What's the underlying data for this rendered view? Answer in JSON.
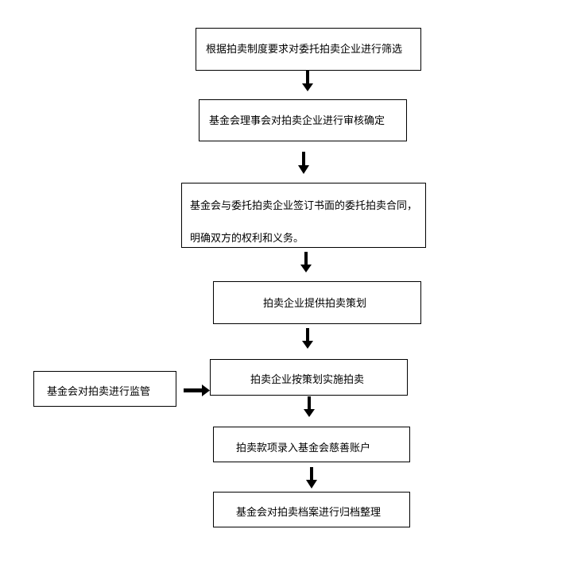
{
  "flowchart": {
    "steps": [
      {
        "text": "根据拍卖制度要求对委托拍卖企业进行筛选"
      },
      {
        "text": "基金会理事会对拍卖企业进行审核确定"
      },
      {
        "text": "基金会与委托拍卖企业签订书面的委托拍卖合同，",
        "text2": "明确双方的权利和义务。"
      },
      {
        "text": "拍卖企业提供拍卖策划"
      },
      {
        "text": "拍卖企业按策划实施拍卖"
      },
      {
        "text": "拍卖款项录入基金会慈善账户"
      },
      {
        "text": "基金会对拍卖档案进行归档整理"
      }
    ],
    "side": {
      "text": "基金会对拍卖进行监管"
    }
  }
}
